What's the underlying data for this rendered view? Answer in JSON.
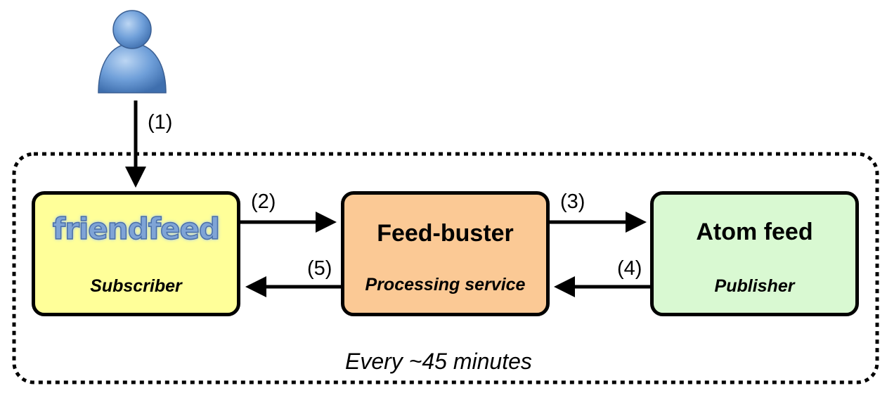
{
  "steps": [
    "(1)",
    "(2)",
    "(3)",
    "(4)",
    "(5)"
  ],
  "subscriber": {
    "logo_text": "friendfeed",
    "role": "Subscriber",
    "fill": "#ffff99"
  },
  "processor": {
    "title": "Feed-buster",
    "role": "Processing service",
    "fill": "#fbc995"
  },
  "publisher": {
    "title": "Atom feed",
    "role": "Publisher",
    "fill": "#d9f9d2"
  },
  "loop_caption": "Every ~45 minutes",
  "icons": {
    "user": "user-icon"
  },
  "colors": {
    "user_icon": "#5b8fcf",
    "border": "#000000"
  }
}
